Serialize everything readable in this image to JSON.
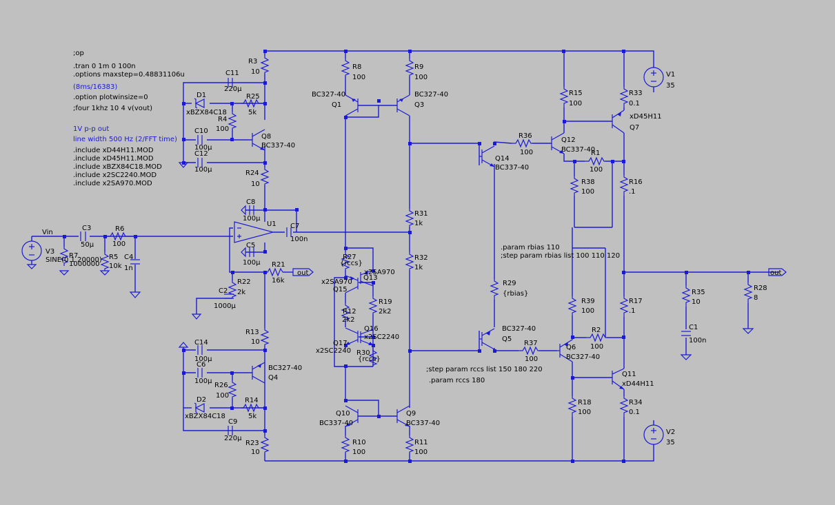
{
  "colors": {
    "background": "#c0c0c0",
    "wire": "#1a1ad6",
    "text": "#000000",
    "directive_highlight": "#1a1ad6"
  },
  "directives": [
    {
      "text": ";op",
      "highlight": false
    },
    {
      "text": ".tran 0 1m 0 100n",
      "highlight": false
    },
    {
      "text": ".options maxstep=0.48831106u",
      "highlight": false
    },
    {
      "text": "(8ms/16383)",
      "highlight": true
    },
    {
      "text": ".option plotwinsize=0",
      "highlight": false
    },
    {
      "text": ";four 1khz 10 4 v(vout)",
      "highlight": false
    },
    {
      "text": "1V p-p out",
      "highlight": true
    },
    {
      "text": "line width 500 Hz (2/FFT time)",
      "highlight": true
    },
    {
      "text": ".include xD44H11.MOD",
      "highlight": false
    },
    {
      "text": ".include xD45H11.MOD",
      "highlight": false
    },
    {
      "text": ".include xBZX84C18.MOD",
      "highlight": false
    },
    {
      "text": ".include x2SC2240.MOD",
      "highlight": false
    },
    {
      "text": ".include x2SA970.MOD",
      "highlight": false
    }
  ],
  "params": {
    "rbias": ".param rbias 110",
    "rbias_step": ";step param rbias list 100 110 120",
    "rccs_step": ";step param rccs list 150 180 220",
    "rccs": ".param rccs 180"
  },
  "nets": {
    "vin": "Vin",
    "out": "out"
  },
  "components": {
    "V1": {
      "name": "V1",
      "value": "35"
    },
    "V2": {
      "name": "V2",
      "value": "35"
    },
    "V3": {
      "name": "V3",
      "value": "SINE(0 1 20000)"
    },
    "U1": {
      "name": "U1"
    },
    "R1": {
      "name": "R1",
      "value": "100"
    },
    "R2": {
      "name": "R2",
      "value": "100"
    },
    "R3": {
      "name": "R3",
      "value": "10"
    },
    "R4": {
      "name": "R4",
      "value": "100"
    },
    "R5": {
      "name": "R5",
      "value": "10k"
    },
    "R6": {
      "name": "R6",
      "value": "100"
    },
    "R7": {
      "name": "R7",
      "value": "1000000"
    },
    "R8": {
      "name": "R8",
      "value": "100"
    },
    "R9": {
      "name": "R9",
      "value": "100"
    },
    "R10": {
      "name": "R10",
      "value": "100"
    },
    "R11": {
      "name": "R11",
      "value": "100"
    },
    "R12": {
      "name": "R12",
      "value": "2k2"
    },
    "R13": {
      "name": "R13",
      "value": "10"
    },
    "R14": {
      "name": "R14",
      "value": "5k"
    },
    "R15": {
      "name": "R15",
      "value": "100"
    },
    "R16": {
      "name": "R16",
      "value": ".1"
    },
    "R17": {
      "name": "R17",
      "value": ".1"
    },
    "R18": {
      "name": "R18",
      "value": "100"
    },
    "R19": {
      "name": "R19",
      "value": "2k2"
    },
    "R21": {
      "name": "R21",
      "value": "16k"
    },
    "R22": {
      "name": "R22",
      "value": "2k"
    },
    "R23": {
      "name": "R23",
      "value": "10"
    },
    "R24": {
      "name": "R24",
      "value": "10"
    },
    "R25": {
      "name": "R25",
      "value": "5k"
    },
    "R26": {
      "name": "R26",
      "value": "100"
    },
    "R27": {
      "name": "R27",
      "value": "{rccs}"
    },
    "R28": {
      "name": "R28",
      "value": "8"
    },
    "R29": {
      "name": "R29",
      "value": "{rbias}"
    },
    "R30": {
      "name": "R30",
      "value": "{rccs}"
    },
    "R31": {
      "name": "R31",
      "value": "1k"
    },
    "R32": {
      "name": "R32",
      "value": "1k"
    },
    "R33": {
      "name": "R33",
      "value": "0.1"
    },
    "R34": {
      "name": "R34",
      "value": "0.1"
    },
    "R35": {
      "name": "R35",
      "value": "10"
    },
    "R36": {
      "name": "R36",
      "value": "100"
    },
    "R37": {
      "name": "R37",
      "value": "100"
    },
    "R38": {
      "name": "R38",
      "value": "100"
    },
    "R39": {
      "name": "R39",
      "value": "100"
    },
    "C1": {
      "name": "C1",
      "value": "100n"
    },
    "C2": {
      "name": "C2",
      "value": "1000µ"
    },
    "C3": {
      "name": "C3",
      "value": "50µ"
    },
    "C4": {
      "name": "C4",
      "value": "1n"
    },
    "C5": {
      "name": "C5",
      "value": "100µ"
    },
    "C6": {
      "name": "C6",
      "value": "100µ"
    },
    "C7": {
      "name": "C7",
      "value": "100n"
    },
    "C8": {
      "name": "C8",
      "value": "100µ"
    },
    "C9": {
      "name": "C9",
      "value": "220µ"
    },
    "C10": {
      "name": "C10",
      "value": "100µ"
    },
    "C11": {
      "name": "C11",
      "value": "220µ"
    },
    "C12": {
      "name": "C12",
      "value": "100µ"
    },
    "C14": {
      "name": "C14",
      "value": "100µ"
    },
    "D1": {
      "name": "D1",
      "value": "xBZX84C18"
    },
    "D2": {
      "name": "D2",
      "value": "xBZX84C18"
    },
    "Q1": {
      "name": "Q1",
      "value": "BC327-40"
    },
    "Q3": {
      "name": "Q3",
      "value": "BC327-40"
    },
    "Q4": {
      "name": "Q4",
      "value": "BC327-40"
    },
    "Q5": {
      "name": "Q5",
      "value": "BC327-40"
    },
    "Q6": {
      "name": "Q6",
      "value": "BC327-40"
    },
    "Q7": {
      "name": "Q7",
      "value": "xD45H11"
    },
    "Q8": {
      "name": "Q8",
      "value": "BC337-40"
    },
    "Q9": {
      "name": "Q9",
      "value": "BC337-40"
    },
    "Q10": {
      "name": "Q10",
      "value": "BC337-40"
    },
    "Q11": {
      "name": "Q11",
      "value": "xD44H11"
    },
    "Q12": {
      "name": "Q12",
      "value": "BC337-40"
    },
    "Q13": {
      "name": "Q13",
      "value": "x2SA970"
    },
    "Q14": {
      "name": "Q14",
      "value": "BC337-40"
    },
    "Q15": {
      "name": "Q15",
      "value": "x2SA970"
    },
    "Q16": {
      "name": "Q16",
      "value": "x2SC2240"
    },
    "Q17": {
      "name": "Q17",
      "value": "x2SC2240"
    }
  }
}
